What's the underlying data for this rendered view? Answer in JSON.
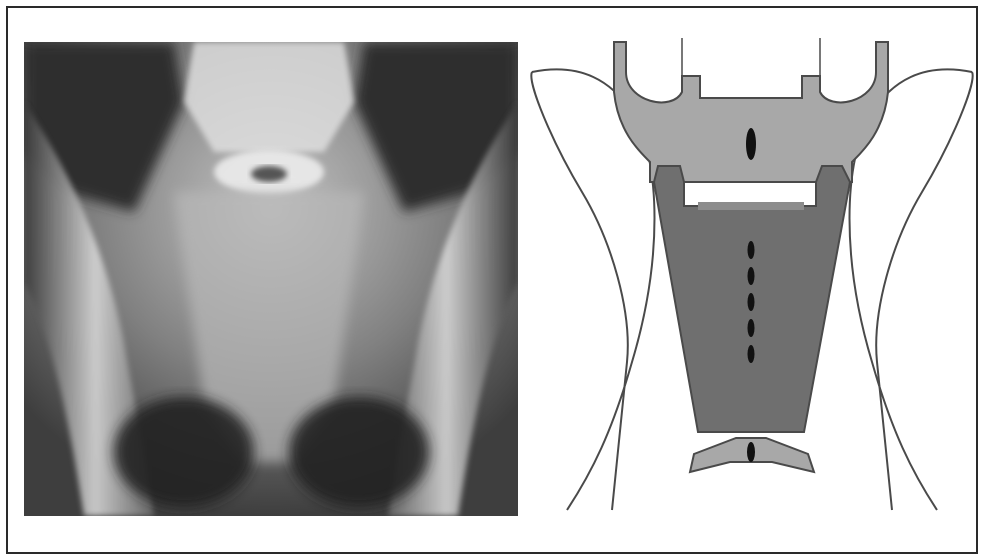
{
  "figure": {
    "panels": [
      {
        "id": "radiograph",
        "kind": "x-ray image",
        "palette": "grayscale"
      },
      {
        "id": "schematic",
        "kind": "line diagram"
      }
    ]
  },
  "colors": {
    "frame": "#2a2a2a",
    "background": "#ffffff",
    "outline": "#4a4a4a",
    "light_fill": "#a8a8a8",
    "dark_fill": "#6f6f6f",
    "slot": "#111111"
  }
}
